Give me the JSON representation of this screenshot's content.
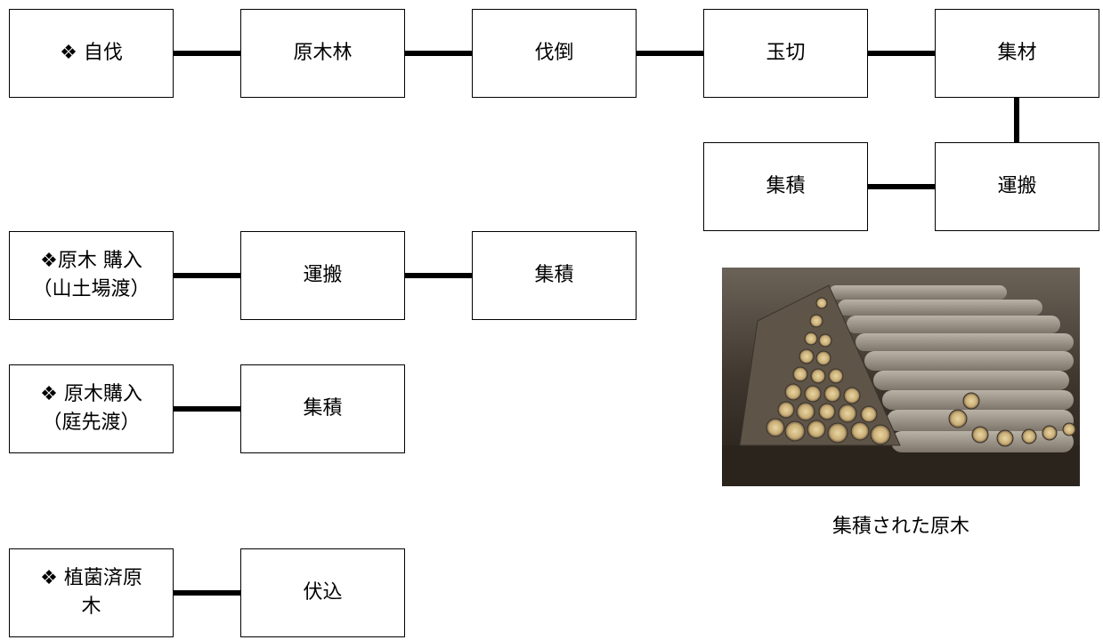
{
  "row1": {
    "jibatsu": "❖ 自伐",
    "genbokurin": "原木林",
    "battou": "伐倒",
    "tamagiri": "玉切",
    "shuuzai": "集材"
  },
  "row2": {
    "shuuseki": "集積",
    "unpan": "運搬"
  },
  "row3": {
    "purchase_line1": "❖原木 購入",
    "purchase_line2": "（山土場渡）",
    "unpan": "運搬",
    "shuuseki": "集積"
  },
  "row4": {
    "purchase_line1": "❖ 原木購入",
    "purchase_line2": "（庭先渡）",
    "shuuseki": "集積"
  },
  "row5": {
    "inoculated_line1": "❖ 植菌済原",
    "inoculated_line2": "木",
    "fusekomi": "伏込"
  },
  "photo": {
    "caption": "集積された原木"
  },
  "colors": {
    "line": "#000000",
    "border": "#000000",
    "background": "#ffffff"
  }
}
